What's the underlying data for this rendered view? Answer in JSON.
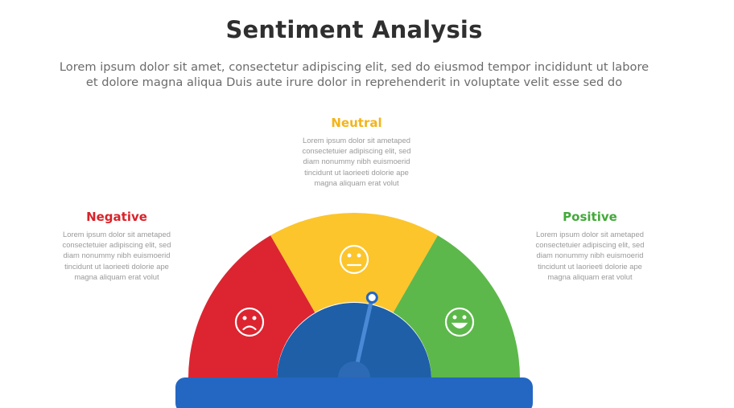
{
  "header": {
    "title": "Sentiment Analysis",
    "subtitle_line1": "Lorem ipsum dolor sit amet, consectetur adipiscing elit, sed do eiusmod tempor incididunt ut labore",
    "subtitle_line2": "et dolore magna aliqua Duis aute irure dolor in reprehenderit in voluptate velit esse sed do"
  },
  "sections": {
    "negative": {
      "heading": "Negative",
      "color": "#d8232a",
      "icon": "sad-face-icon",
      "body": [
        "Lorem ipsum dolor sit ametaped",
        "consectetuier adipiscing elit, sed",
        "diam nonummy nibh euismoerid",
        "tincidunt ut laorieeti dolorie ape",
        "magna aliquam erat volut"
      ]
    },
    "neutral": {
      "heading": "Neutral",
      "color": "#f4b41a",
      "icon": "neutral-face-icon",
      "body": [
        "Lorem ipsum dolor sit ametaped",
        "consectetuier adipiscing elit, sed",
        "diam nonummy nibh euismoerid",
        "tincidunt ut laorieeti dolorie ape",
        "magna aliquam erat volut"
      ]
    },
    "positive": {
      "heading": "Positive",
      "color": "#43a93b",
      "icon": "happy-face-icon",
      "body": [
        "Lorem ipsum dolor sit ametaped",
        "consectetuier adipiscing elit, sed",
        "diam nonummy nibh euismoerid",
        "tincidunt ut laorieeti dolorie ape",
        "magna aliquam erat volut"
      ]
    }
  },
  "gauge": {
    "needle_value": 0.57,
    "colors": {
      "negative": "#dc2530",
      "neutral": "#fcc52c",
      "positive": "#5cb84a",
      "hub": "#1e5fa8",
      "base": "#2467c2"
    }
  }
}
